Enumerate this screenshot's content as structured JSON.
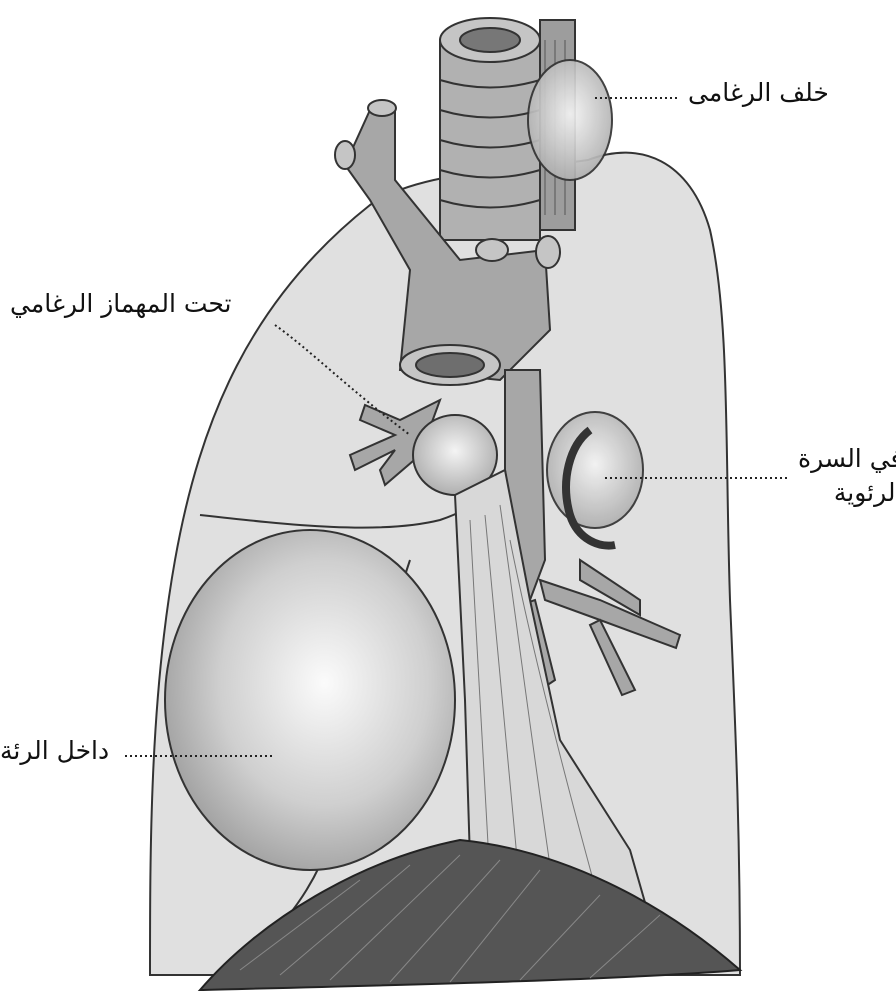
{
  "labels": {
    "posterior_tracheal": "خلف الرغامى",
    "subcarinal": "تحت المهماز الرغامي",
    "hilar_line1": "في السرة",
    "hilar_line2": "الرئوية",
    "intrapulmonary": "داخل الرئة"
  },
  "colors": {
    "lung_fill": "#e0e0e0",
    "structure_fill": "#a7a7a7",
    "outline": "#333333",
    "diaphragm": "#555555"
  }
}
